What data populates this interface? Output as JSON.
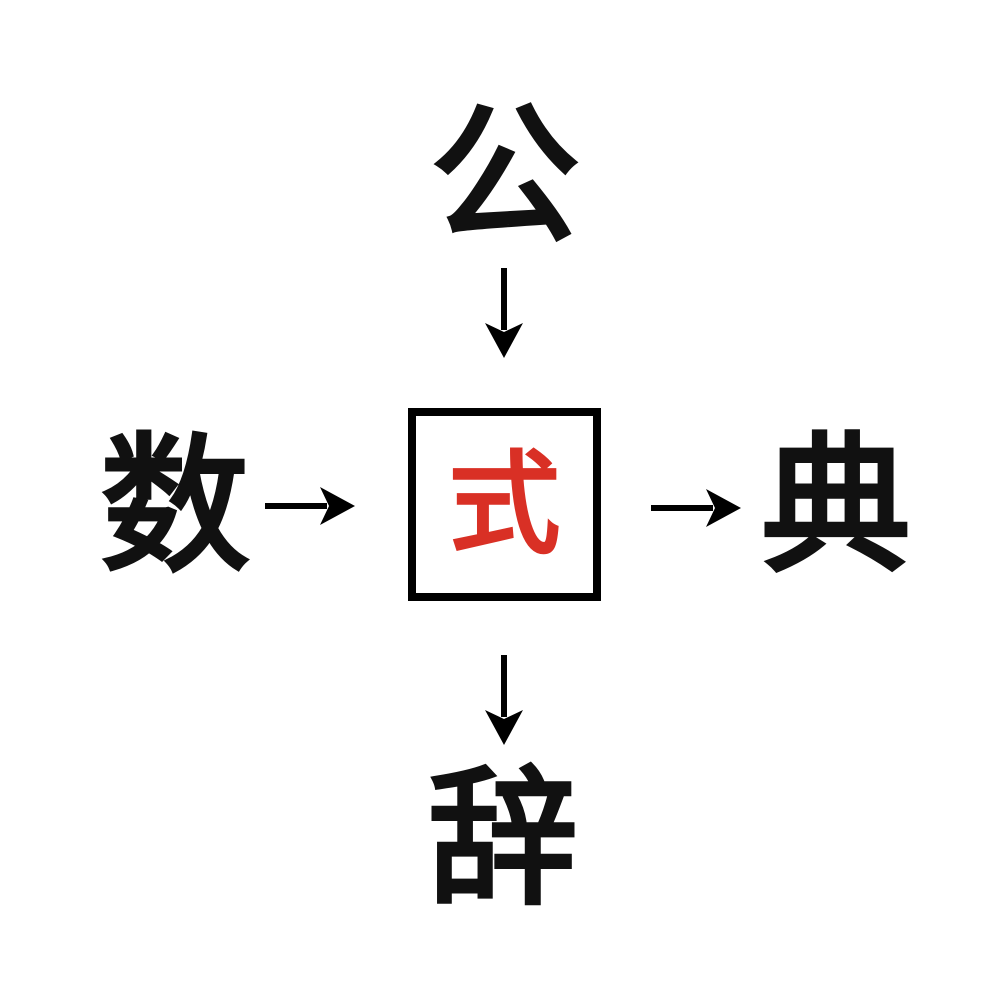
{
  "puzzle": {
    "description": "kanji-compound-puzzle",
    "center": {
      "char": "式",
      "color": "#d93025",
      "boxed": true
    },
    "top": {
      "char": "公"
    },
    "left": {
      "char": "数"
    },
    "right": {
      "char": "典"
    },
    "bottom": {
      "char": "辞"
    },
    "arrows": [
      {
        "name": "top-to-center",
        "direction": "down"
      },
      {
        "name": "left-to-center",
        "direction": "right"
      },
      {
        "name": "center-to-right",
        "direction": "right"
      },
      {
        "name": "center-to-bottom",
        "direction": "down"
      }
    ],
    "colors": {
      "background": "#ffffff",
      "outer_chars": "#111111",
      "center_char": "#d93025",
      "box_border": "#000000",
      "arrows": "#000000"
    }
  }
}
